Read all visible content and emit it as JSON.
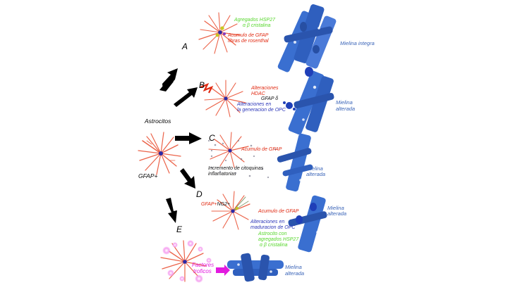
{
  "labels": {
    "astrocitos": "Astrocitos",
    "gfap_pos": "GFAP+",
    "A": "A",
    "B": "B",
    "C": "C",
    "D": "D",
    "E": "E"
  },
  "panel_a": {
    "green_1": "Agregados HSP27",
    "green_2": "α β cristalina",
    "red_1": "Acumulo de GFAP",
    "red_2": "fibras de rosenthal",
    "myelin": "Mielina integra"
  },
  "panel_b": {
    "red_1": "Alteraciones",
    "red_2": "HDAC",
    "black_1": "GFAP δ",
    "blue_1": "Alteraciones en",
    "blue_2": "la generacion de OPC",
    "myelin_1": "Mielina",
    "myelin_2": "alterada"
  },
  "panel_c": {
    "red_1": "Acumulo de GFAP",
    "black_1": "Incremento de citoquinas",
    "black_2": "inflamatorias",
    "myelin_1": "Mielina",
    "myelin_2": "alterada"
  },
  "panel_d": {
    "gfap": "GFAP+",
    "ng2": "NG2+",
    "red_1": "Acumulo de GFAP",
    "blue_1": "Alteraciones en",
    "blue_2": "maduracion de OPC",
    "green_1": "Astrocito con",
    "green_2": "agregados HSP27",
    "green_3": "α β cristalina",
    "myelin_1": "Mielina",
    "myelin_2": "alterada"
  },
  "panel_e": {
    "pink_1": "Factores",
    "pink_2": "troficos",
    "myelin_1": "Mielina",
    "myelin_2": "alterada"
  },
  "colors": {
    "red_text": "#e02a12",
    "blue_text": "#2b35b8",
    "green_text": "#56d62b",
    "myelin": "#3a6fd0",
    "pink": "#e21adf"
  }
}
